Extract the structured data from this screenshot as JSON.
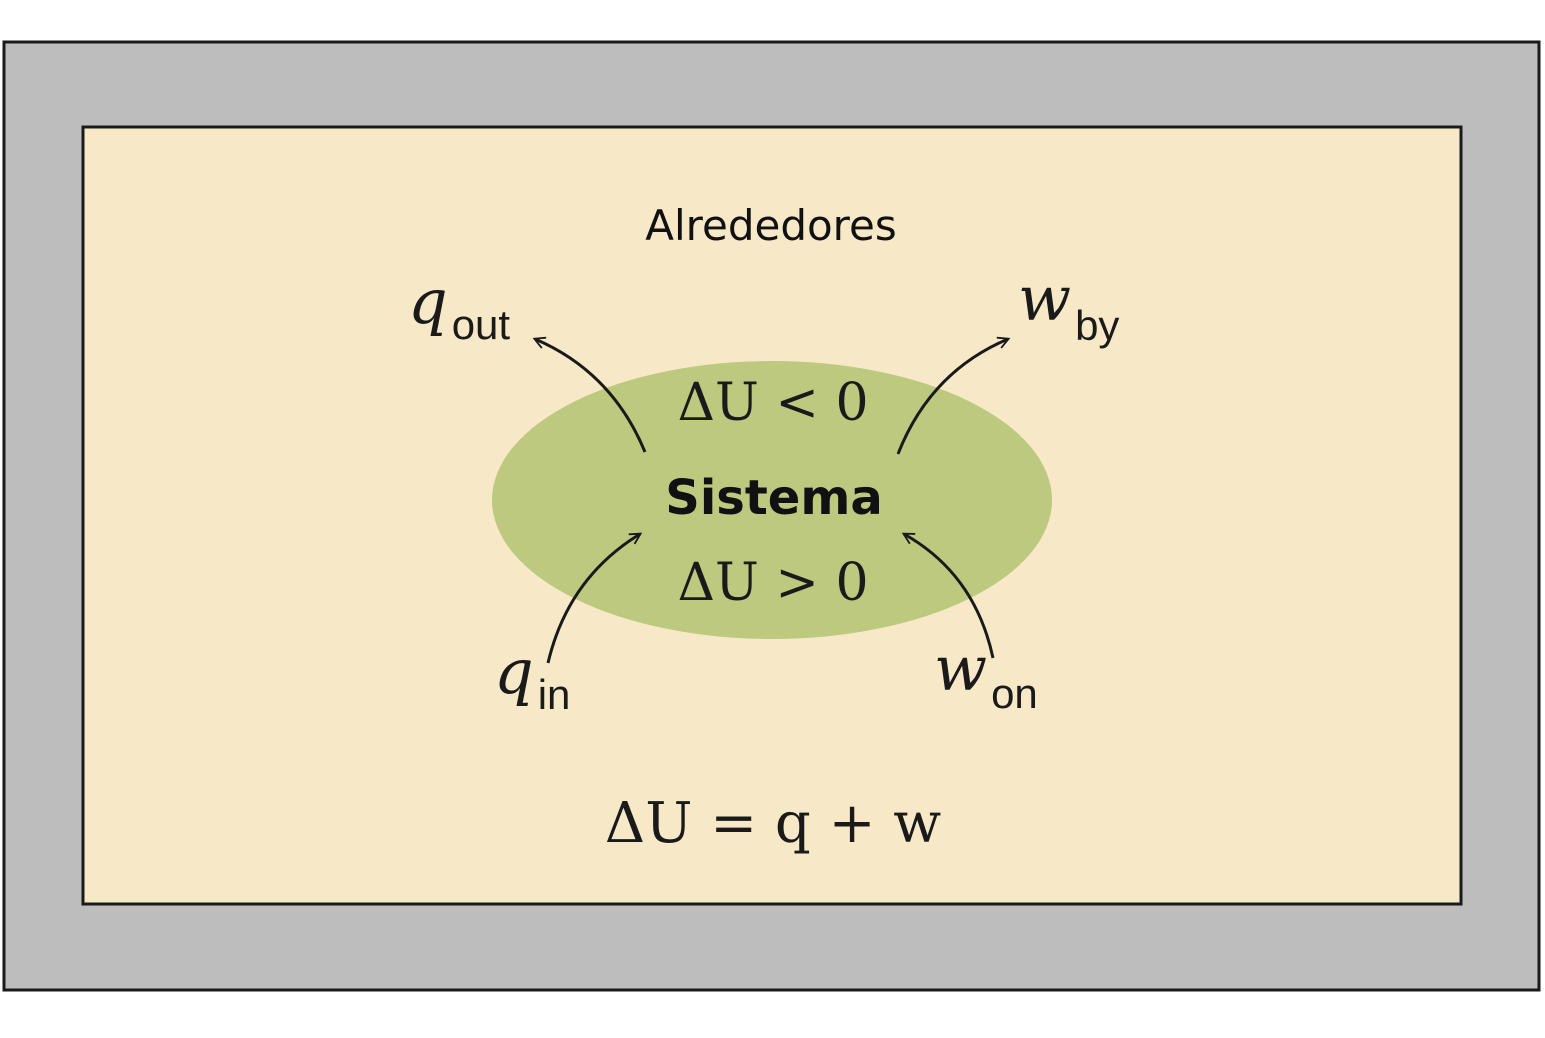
{
  "diagram": {
    "surroundings_label": "Alrededores",
    "system_label": "Sistema",
    "delta_u_negative": "ΔU < 0",
    "delta_u_positive": "ΔU > 0",
    "equation": "ΔU = q + w",
    "q_out": {
      "symbol": "q",
      "subscript": "out"
    },
    "w_by": {
      "symbol": "w",
      "subscript": "by"
    },
    "q_in": {
      "symbol": "q",
      "subscript": "in"
    },
    "w_on": {
      "symbol": "w",
      "subscript": "on"
    }
  },
  "colors": {
    "outer_frame": "#bdbdbd",
    "surroundings_fill": "#f7e9c8",
    "system_fill": "#bcc97f",
    "stroke": "#1a1a1a"
  }
}
